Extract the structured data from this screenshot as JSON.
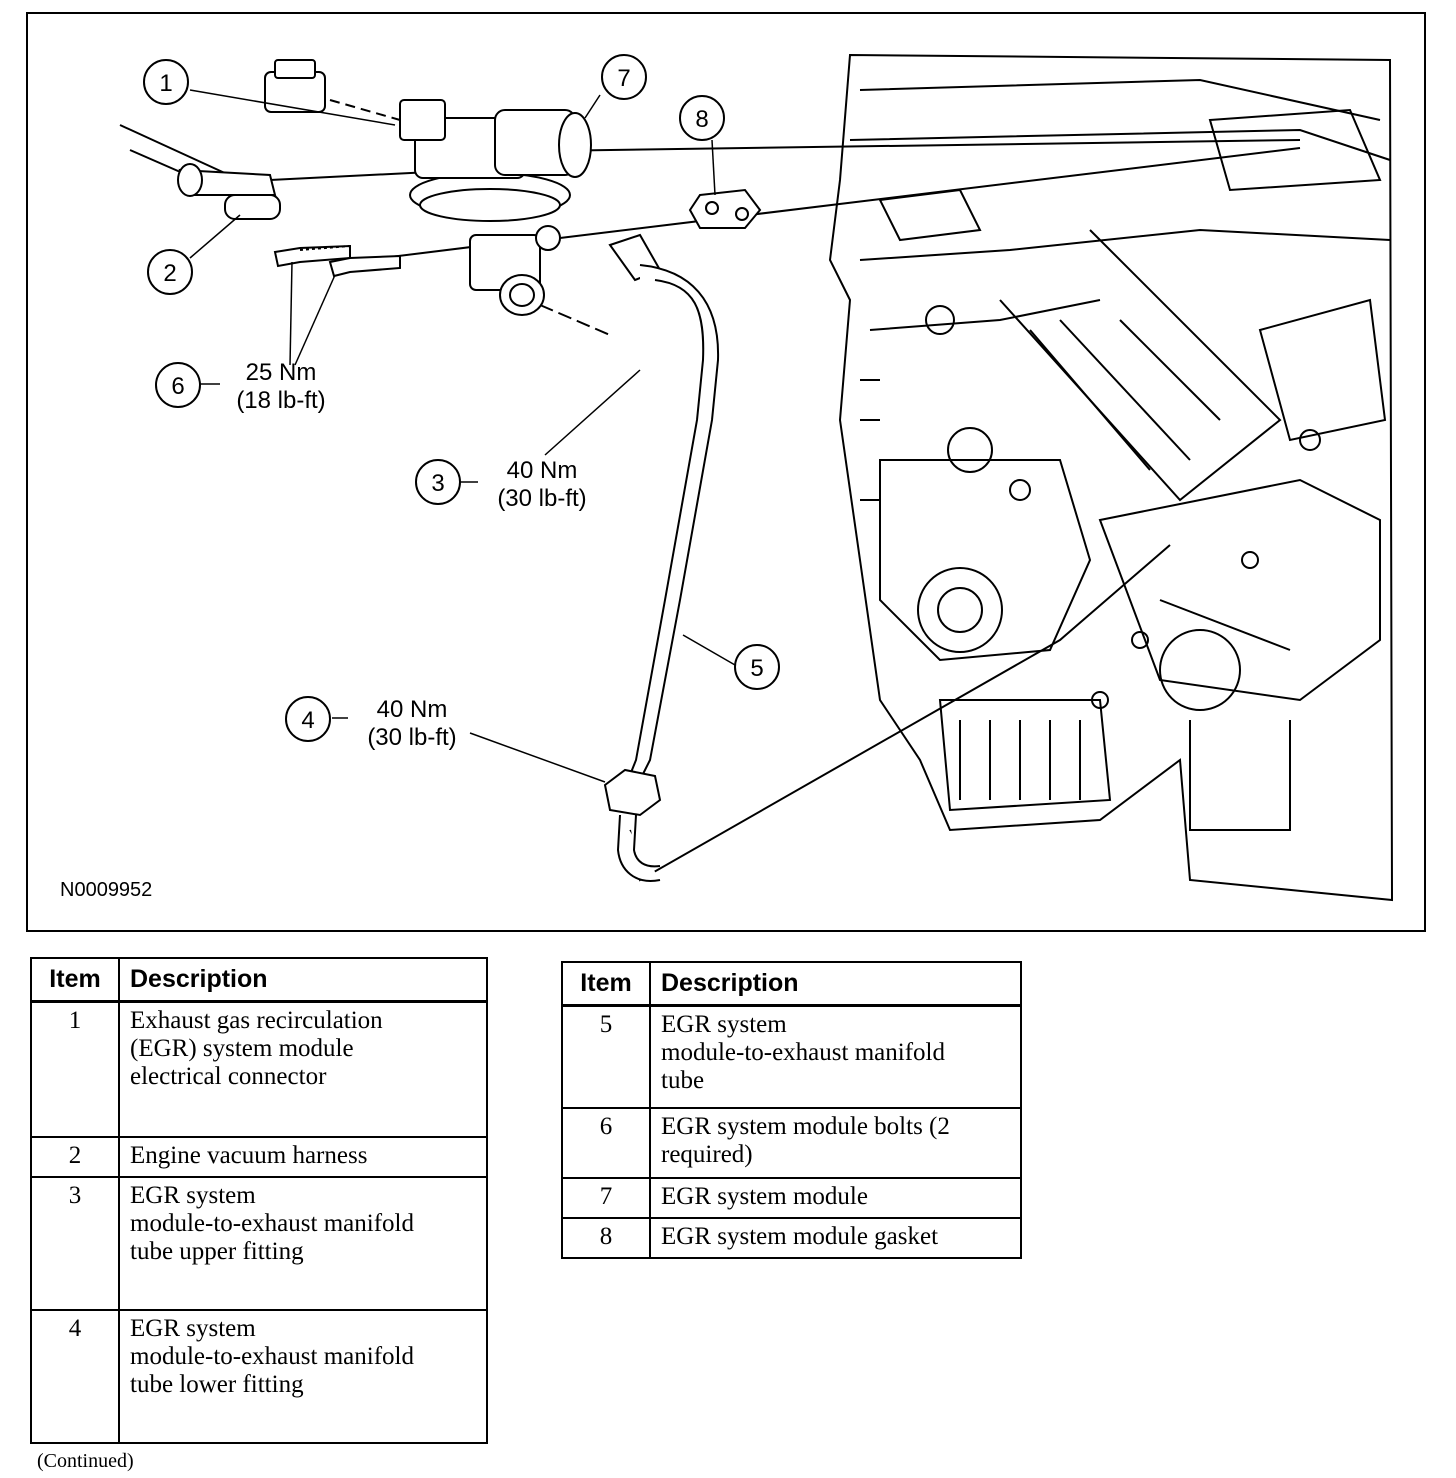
{
  "diagram": {
    "figure_id": "N0009952",
    "callouts": [
      {
        "num": "1"
      },
      {
        "num": "2"
      },
      {
        "num": "3"
      },
      {
        "num": "4"
      },
      {
        "num": "5"
      },
      {
        "num": "6"
      },
      {
        "num": "7"
      },
      {
        "num": "8"
      }
    ],
    "torques": [
      {
        "metric": "25 Nm",
        "imperial": "(18 lb-ft)"
      },
      {
        "metric": "40 Nm",
        "imperial": "(30 lb-ft)"
      },
      {
        "metric": "40 Nm",
        "imperial": "(30 lb-ft)"
      }
    ]
  },
  "table_left": {
    "headers": {
      "item": "Item",
      "description": "Description"
    },
    "rows": [
      {
        "item": "1",
        "lines": [
          "Exhaust gas recirculation",
          "(EGR) system module",
          "electrical connector"
        ]
      },
      {
        "item": "2",
        "lines": [
          "Engine vacuum harness"
        ]
      },
      {
        "item": "3",
        "lines": [
          "EGR system",
          "module-to-exhaust manifold",
          "tube upper fitting"
        ]
      },
      {
        "item": "4",
        "lines": [
          "EGR system",
          "module-to-exhaust manifold",
          "tube lower fitting"
        ]
      }
    ]
  },
  "table_right": {
    "headers": {
      "item": "Item",
      "description": "Description"
    },
    "rows": [
      {
        "item": "5",
        "lines": [
          "EGR system",
          "module-to-exhaust manifold",
          "tube"
        ]
      },
      {
        "item": "6",
        "lines": [
          "EGR system module bolts (2",
          "required)"
        ]
      },
      {
        "item": "7",
        "lines": [
          "EGR system module"
        ]
      },
      {
        "item": "8",
        "lines": [
          "EGR system module gasket"
        ]
      }
    ]
  },
  "footer": {
    "continued": "(Continued)"
  }
}
